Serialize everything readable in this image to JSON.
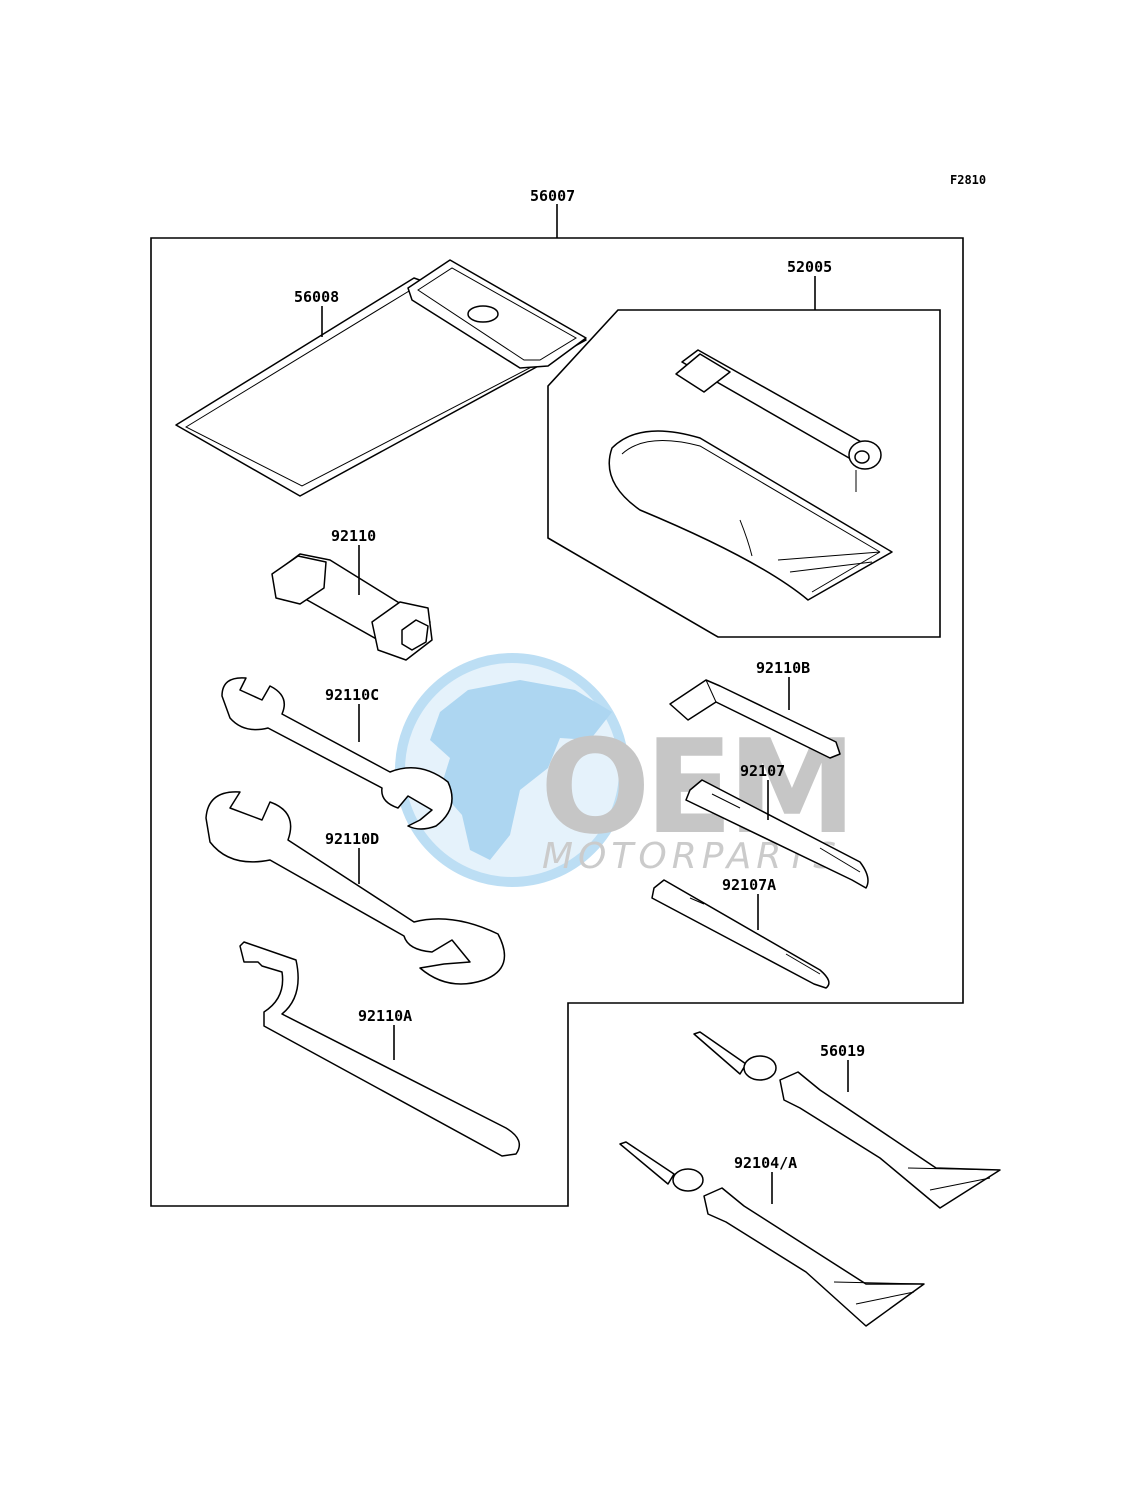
{
  "figure_number": "F2810",
  "parts": {
    "kit": "56007",
    "pouch": "56008",
    "screwdriver_set": "52005",
    "plug_wrench": "92110",
    "wrench_c": "92110C",
    "wrench_d": "92110D",
    "wrench_a": "92110A",
    "hex_key": "92110B",
    "bit": "92107",
    "bit_a": "92107A",
    "grease_tube": "56019",
    "grease_tube_a": "92104/A"
  },
  "watermark": {
    "logo_text": "OEM",
    "subtitle": "MOTORPARTS",
    "colors": {
      "globe_light": "#cde7f7",
      "globe_dark": "#8fc9ef",
      "letters": "#c4c4c4",
      "subtitle": "#c9c9c9"
    }
  }
}
